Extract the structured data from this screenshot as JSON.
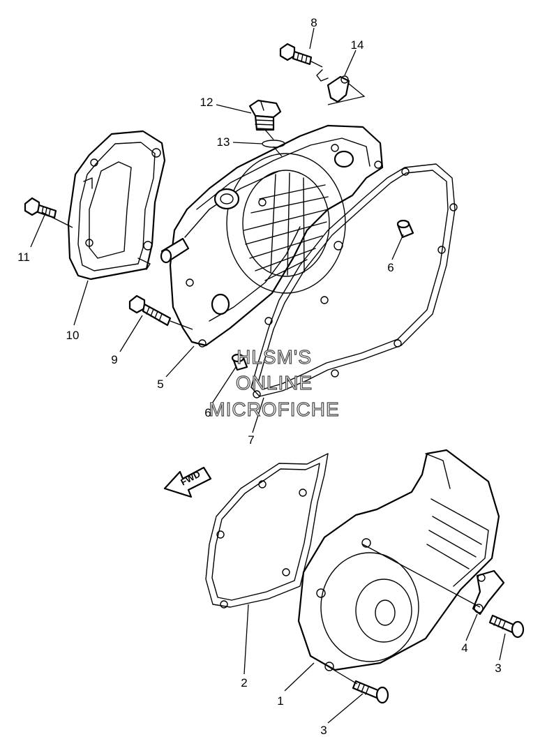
{
  "diagram": {
    "callouts": [
      {
        "id": "c1",
        "label": "1"
      },
      {
        "id": "c2",
        "label": "2"
      },
      {
        "id": "c3a",
        "label": "3"
      },
      {
        "id": "c3b",
        "label": "3"
      },
      {
        "id": "c4",
        "label": "4"
      },
      {
        "id": "c5",
        "label": "5"
      },
      {
        "id": "c6a",
        "label": "6"
      },
      {
        "id": "c6b",
        "label": "6"
      },
      {
        "id": "c7",
        "label": "7"
      },
      {
        "id": "c8",
        "label": "8"
      },
      {
        "id": "c9",
        "label": "9"
      },
      {
        "id": "c10",
        "label": "10"
      },
      {
        "id": "c11",
        "label": "11"
      },
      {
        "id": "c12",
        "label": "12"
      },
      {
        "id": "c13",
        "label": "13"
      },
      {
        "id": "c14",
        "label": "14"
      }
    ],
    "direction_arrow": "FWD",
    "watermark": [
      "HLSM'S",
      "ONLINE",
      "MICROFICHE"
    ]
  }
}
